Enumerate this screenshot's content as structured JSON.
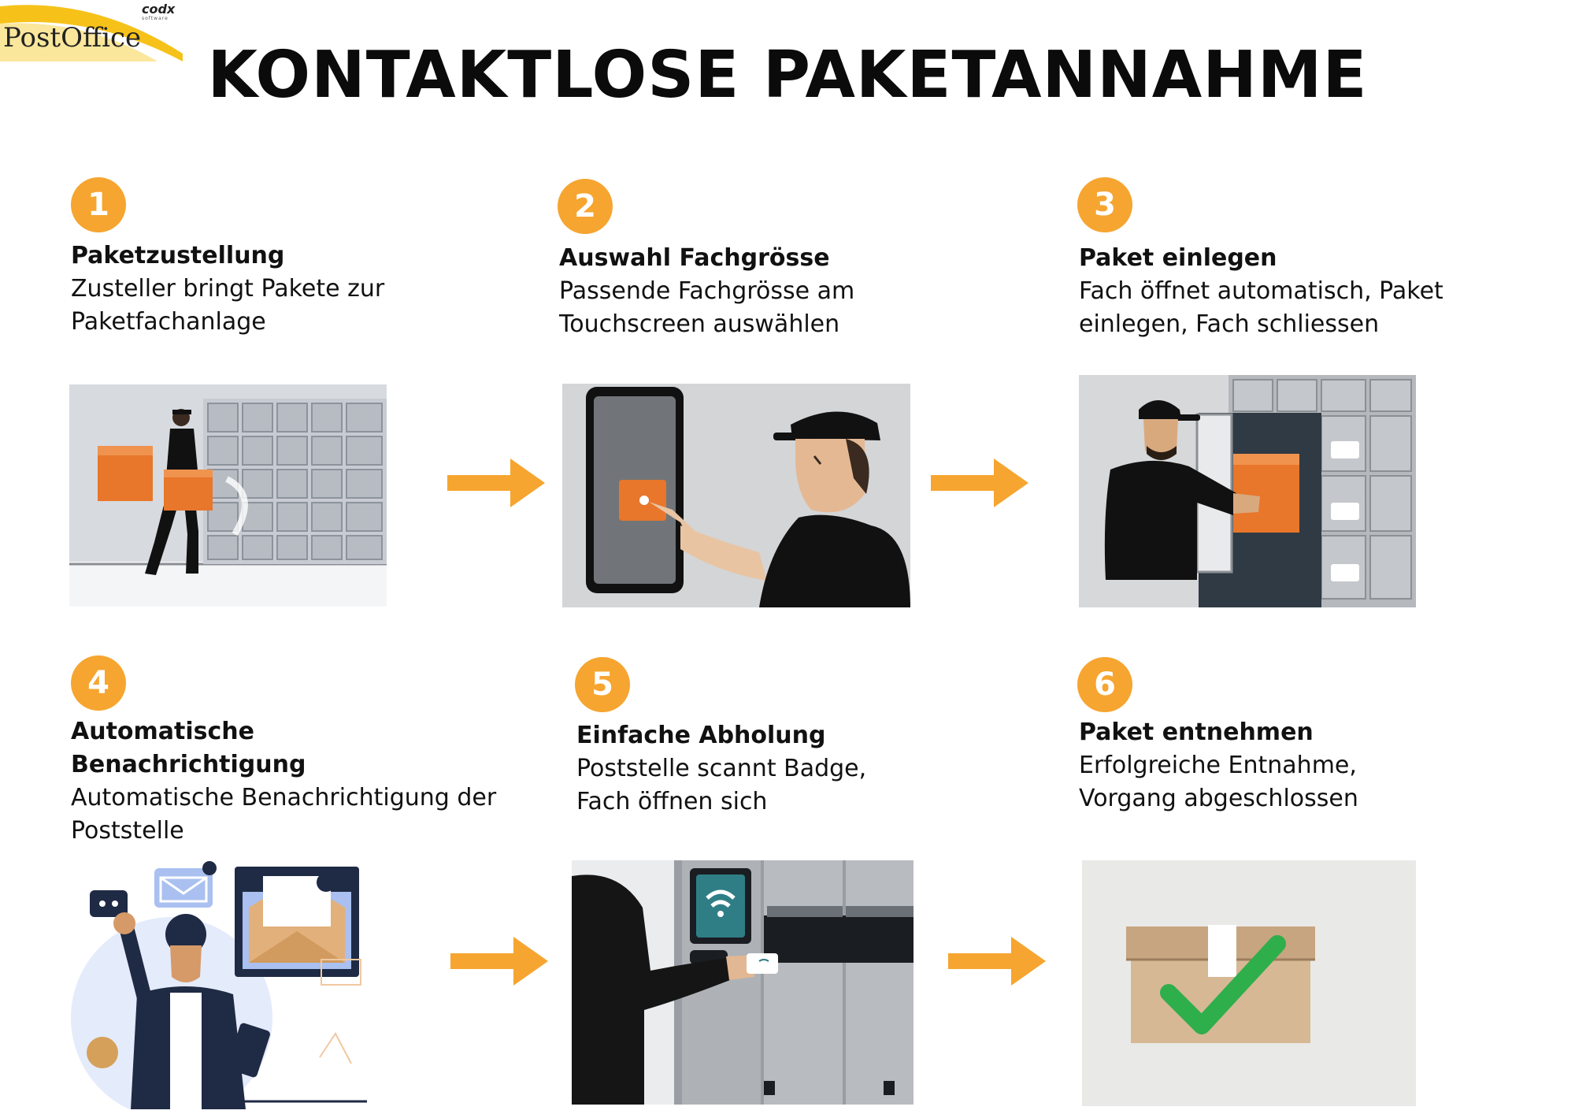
{
  "logo": {
    "brand": "PostOffice",
    "maker": "codx",
    "maker_sub": "software"
  },
  "title": "KONTAKTLOSE PAKETANNAHME",
  "colors": {
    "accent": "#f6a530",
    "box_orange": "#e8762b",
    "check_green": "#2fae4c"
  },
  "steps": [
    {
      "number": "1",
      "title": "Paketzustellung",
      "description": "Zusteller bringt Pakete zur Paketfachanlage",
      "icon": "courier-locker-illustration"
    },
    {
      "number": "2",
      "title": "Auswahl Fachgrösse",
      "description": "Passende Fachgrösse am Touchscreen auswählen",
      "icon": "touchscreen-illustration"
    },
    {
      "number": "3",
      "title": "Paket einlegen",
      "description": "Fach öffnet automatisch, Paket einlegen, Fach schliessen",
      "icon": "insert-package-illustration"
    },
    {
      "number": "4",
      "title": "Automatische Benachrichtigung",
      "description": "Automatische Benachrichtigung der Poststelle",
      "icon": "notification-illustration"
    },
    {
      "number": "5",
      "title": "Einfache Abholung",
      "description": "Poststelle scannt Badge, Fach öffnen sich",
      "icon": "badge-scan-illustration"
    },
    {
      "number": "6",
      "title": "Paket entnehmen",
      "description": "Erfolgreiche Entnahme, Vorgang abgeschlossen",
      "icon": "package-check-illustration"
    }
  ]
}
